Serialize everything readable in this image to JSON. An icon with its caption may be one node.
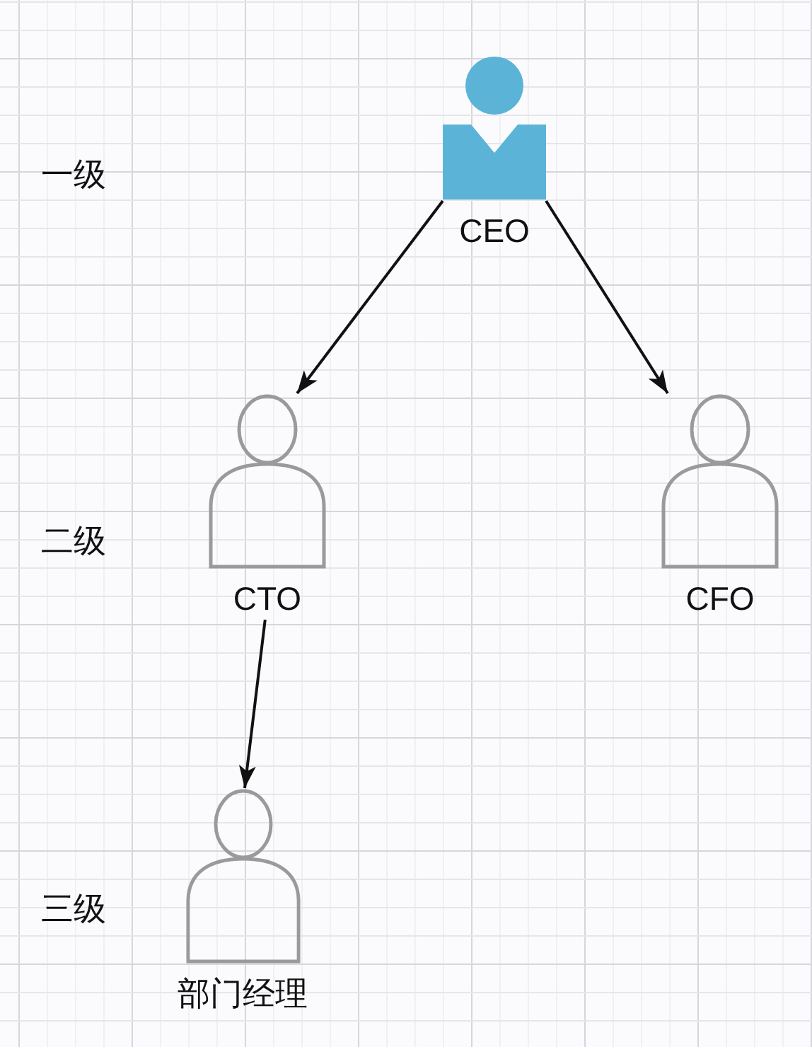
{
  "diagram": {
    "nodes": [
      {
        "text": [
          "CEO"
        ]
      },
      {
        "text": [
          "CTO"
        ]
      },
      {
        "text": [
          "CFO"
        ]
      },
      {
        "text": [
          "部门经理"
        ]
      }
    ],
    "edges": [
      {
        "from": 0,
        "to": 1,
        "arrow": "to"
      },
      {
        "from": 0,
        "to": 2,
        "arrow": "to"
      },
      {
        "from": 1,
        "to": 3,
        "arrow": "to"
      }
    ],
    "labels": [
      "一级",
      "二级",
      "三级"
    ]
  }
}
